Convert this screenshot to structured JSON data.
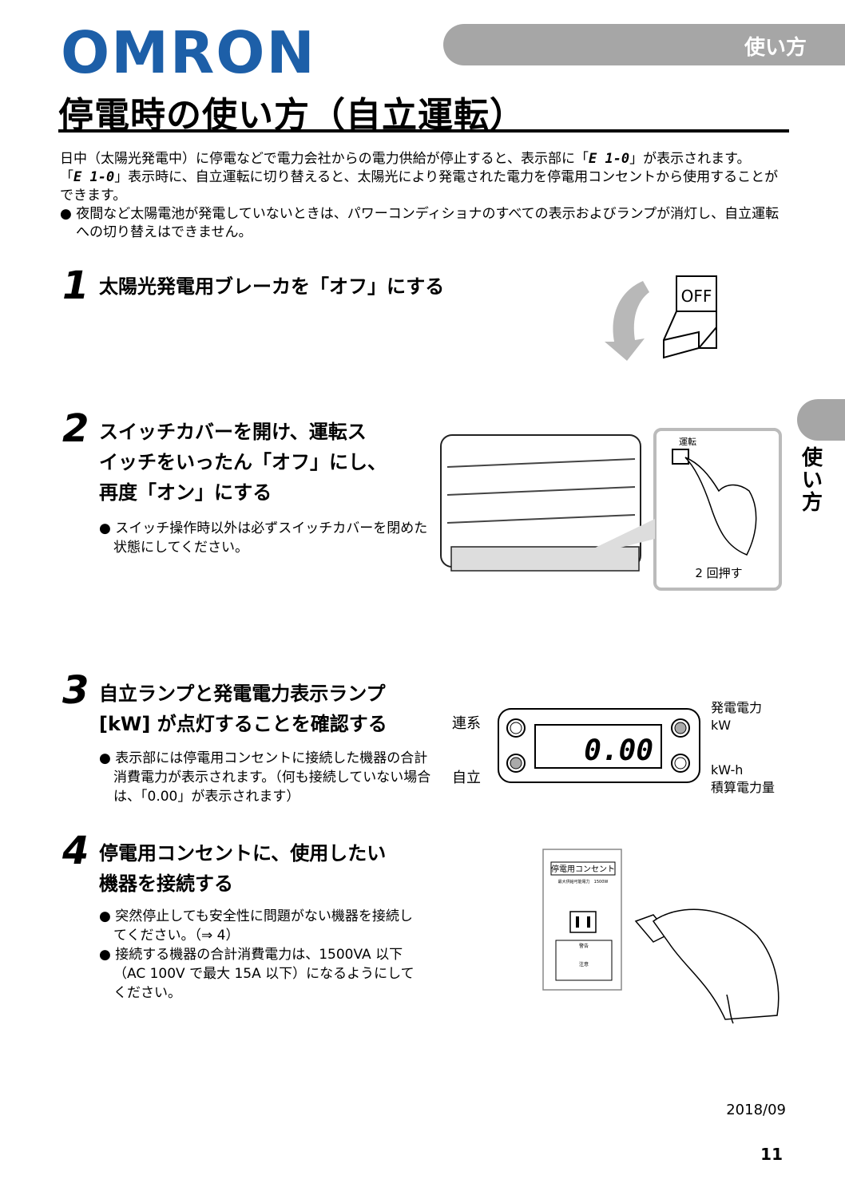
{
  "header": {
    "logo_text": "OMRON",
    "section_tab": "使い方"
  },
  "page_title": "停電時の使い方（自立運転）",
  "intro": {
    "line1_a": "日中（太陽光発電中）に停電などで電力会社からの電力供給が停止すると、表示部に「",
    "code": "E 1-0",
    "line1_b": "」が表示されます。",
    "line2_code": "E 1-0",
    "line2_b": "」表示時に、自立運転に切り替えると、太陽光により発電された電力を停電用コンセントから使用することができます。",
    "bullet": "● 夜間など太陽電池が発電していないときは、パワーコンディショナのすべての表示およびランプが消灯し、自立運転への切り替えはできません。"
  },
  "side_tab_label": "使い方",
  "steps": [
    {
      "number": "1",
      "lines": [
        "太陽光発電用ブレーカを「オフ」にする"
      ],
      "notes": [],
      "figure": {
        "switch_label": "OFF"
      }
    },
    {
      "number": "2",
      "lines": [
        "スイッチカバーを開け、運転ス",
        "イッチをいったん「オフ」にし、",
        "再度「オン」にする"
      ],
      "notes": [
        "● スイッチ操作時以外は必ずスイッチカバーを閉めた状態にしてください。"
      ],
      "figure": {
        "button_label": "運転",
        "caption": "2 回押す"
      }
    },
    {
      "number": "3",
      "lines": [
        "自立ランプと発電電力表示ランプ",
        "[kW] が点灯することを確認する"
      ],
      "notes": [
        "● 表示部には停電用コンセントに接続した機器の合計消費電力が表示されます。（何も接続していない場合は、「0.00」が表示されます）"
      ],
      "figure": {
        "label_left_top": "連系",
        "label_left_bottom": "自立",
        "label_right_top_1": "発電電力",
        "label_right_top_2": "kW",
        "label_right_bottom_1": "kW-h",
        "label_right_bottom_2": "積算電力量",
        "display": "0.00"
      }
    },
    {
      "number": "4",
      "lines": [
        "停電用コンセントに、使用したい",
        "機器を接続する"
      ],
      "notes": [
        "● 突然停止しても安全性に問題がない機器を接続してください。（⇒ 4）",
        "● 接続する機器の合計消費電力は、1500VA 以下（AC 100V で最大 15A 以下）になるようにしてください。"
      ],
      "figure": {
        "outlet_title": "停電用コンセント",
        "outlet_spec": "最大供給可能電力　1500W",
        "warning": "警告",
        "caution": "注意"
      }
    }
  ],
  "footer": {
    "date": "2018/09",
    "page": "11"
  }
}
